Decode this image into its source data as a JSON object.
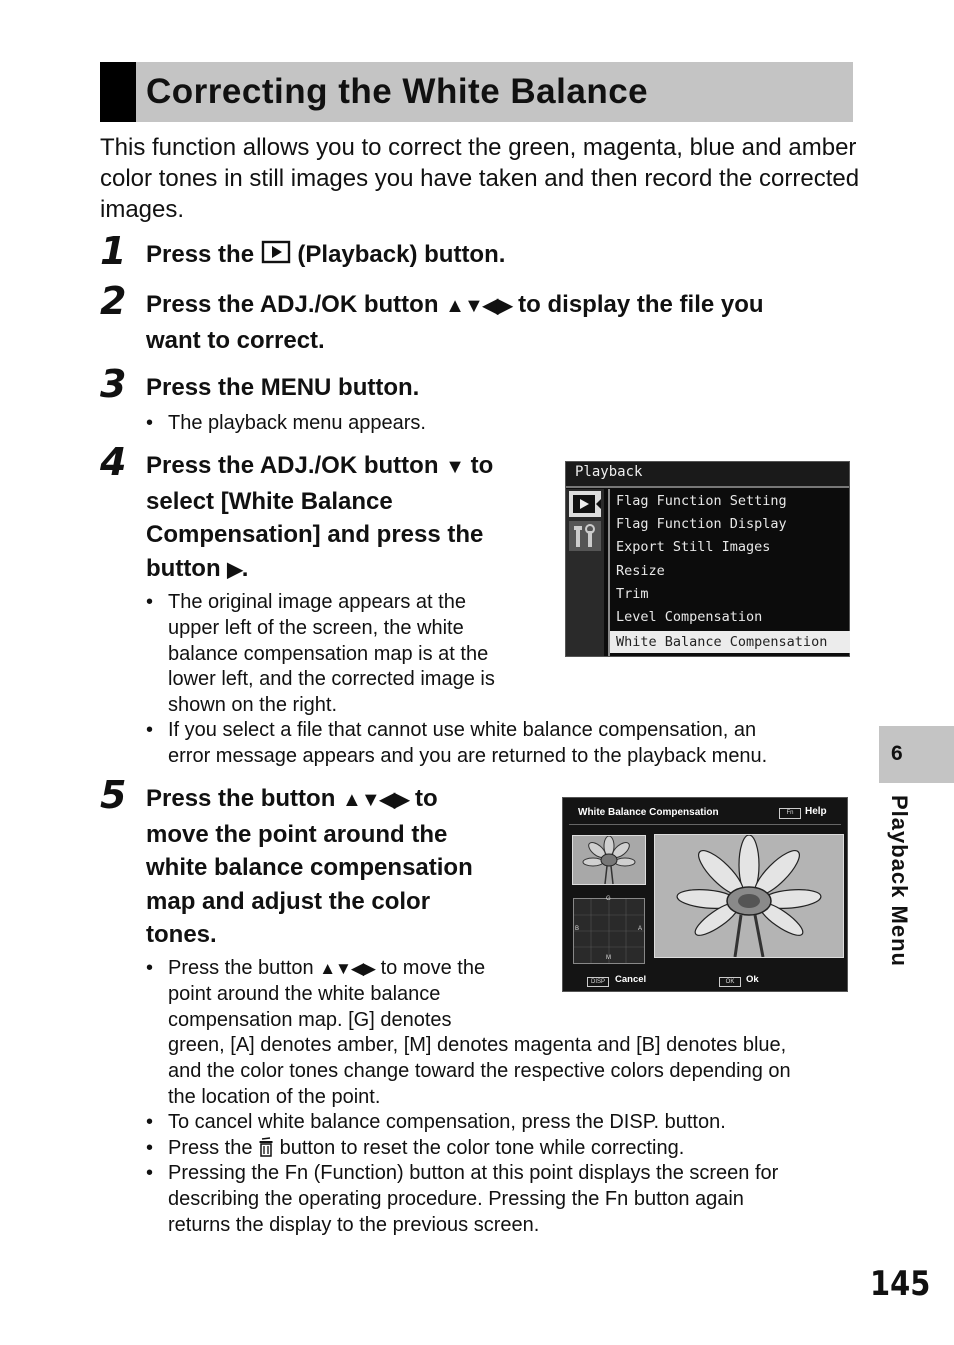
{
  "title": "Correcting the White Balance",
  "intro": "This function allows you to correct the green, magenta, blue and amber color tones in still images you have taken and then record the corrected images.",
  "steps": [
    {
      "num": "1",
      "pre": "Press the ",
      "icon": "playback-icon",
      "post": " (Playback) button."
    },
    {
      "num": "2",
      "line1_pre": "Press the ADJ./OK button ",
      "arrows": "▲▼◀▶",
      "line1_post": " to display the file you",
      "line2": "want to correct."
    },
    {
      "num": "3",
      "text": "Press the MENU button.",
      "bullets": [
        "The playback menu appears."
      ]
    },
    {
      "num": "4",
      "line1_pre": "Press the ADJ./OK button ",
      "arrow_down": "▼",
      "line1_post": " to",
      "line2": "select [White Balance",
      "line3": "Compensation] and press the",
      "line4_pre": "button ",
      "arrow_right": "▶",
      "line4_post": ".",
      "bullet1_lines": [
        "The original image appears at the",
        "upper left of the screen, the white",
        "balance compensation map is at the",
        "lower left, and the corrected image is",
        "shown on the right."
      ],
      "bullet2_lines": [
        "If you select a file that cannot use white balance compensation, an",
        "error message appears and you are returned to the playback menu."
      ]
    },
    {
      "num": "5",
      "line1_pre": "Press the button ",
      "arrows": "▲▼◀▶",
      "line1_post": " to",
      "line2": "move the point around the",
      "line3": "white balance compensation",
      "line4": "map and adjust the color",
      "line5": "tones.",
      "bullet1_line1_pre": "Press the button ",
      "bullet1_arrows": "▲▼◀▶",
      "bullet1_line1_post": " to move the",
      "bullet1_lines": [
        "point around the white balance",
        "compensation map. [G] denotes",
        "green, [A] denotes amber, [M] denotes magenta and [B] denotes blue,",
        "and the color tones change toward the respective colors depending on",
        "the location of the point."
      ],
      "bullet2": "To cancel white balance compensation, press the DISP. button.",
      "bullet3_pre": "Press the ",
      "bullet3_icon": "trash-icon",
      "bullet3_post": " button to reset the color tone while correcting.",
      "bullet4_lines": [
        "Pressing the Fn (Function) button at this point displays the screen for",
        "describing the operating procedure. Pressing the Fn button again",
        "returns the display to the previous screen."
      ]
    }
  ],
  "screen1": {
    "header": "Playback",
    "items": [
      "Flag Function Setting",
      "Flag Function Display",
      "Export Still Images",
      "Resize",
      "Trim",
      "Level Compensation",
      "White Balance Compensation"
    ],
    "selected_index": 6
  },
  "screen2": {
    "title": "White Balance Compensation",
    "fn_key": "Fn",
    "help": "Help",
    "map_labels": {
      "g": "G",
      "a": "A",
      "m": "M",
      "b": "B"
    },
    "disp_key": "DISP",
    "cancel": "Cancel",
    "ok_key": "OK",
    "ok": "Ok"
  },
  "side_tab": {
    "number": "6",
    "label": "Playback Menu"
  },
  "page_number": "145"
}
